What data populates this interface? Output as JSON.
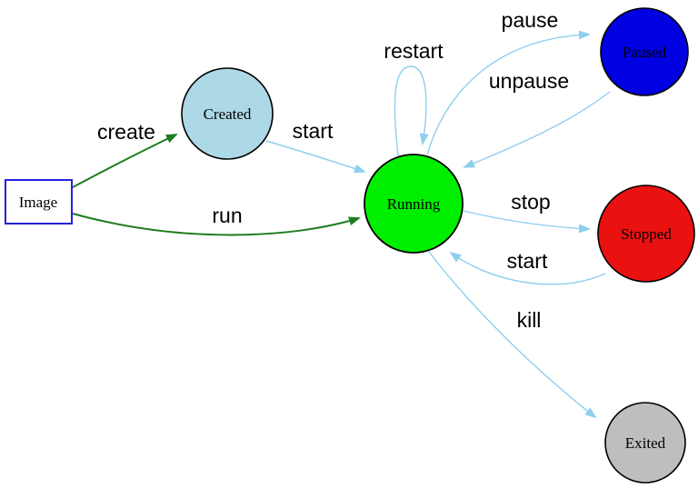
{
  "diagram": {
    "type": "state-diagram",
    "colors": {
      "edge_blue": "#8fcfee",
      "edge_green": "#1e7d1e",
      "node_border": "#000000",
      "image_border": "#2222dd",
      "background": "#ffffff"
    },
    "nodes": [
      {
        "id": "image",
        "label": "Image",
        "shape": "rect",
        "fill": "#ffffff"
      },
      {
        "id": "created",
        "label": "Created",
        "shape": "circle",
        "fill": "#add8e6"
      },
      {
        "id": "running",
        "label": "Running",
        "shape": "circle",
        "fill": "#00ef00"
      },
      {
        "id": "paused",
        "label": "Paused",
        "shape": "circle",
        "fill": "#0000e0"
      },
      {
        "id": "stopped",
        "label": "Stopped",
        "shape": "circle",
        "fill": "#ea1111"
      },
      {
        "id": "exited",
        "label": "Exited",
        "shape": "circle",
        "fill": "#bebebe"
      }
    ],
    "edges": [
      {
        "from": "image",
        "to": "created",
        "label": "create",
        "color": "#1e7d1e"
      },
      {
        "from": "image",
        "to": "running",
        "label": "run",
        "color": "#1e7d1e"
      },
      {
        "from": "created",
        "to": "running",
        "label": "start",
        "color": "#8fcfee"
      },
      {
        "from": "running",
        "to": "running",
        "label": "restart",
        "color": "#8fcfee"
      },
      {
        "from": "running",
        "to": "paused",
        "label": "pause",
        "color": "#8fcfee"
      },
      {
        "from": "paused",
        "to": "running",
        "label": "unpause",
        "color": "#8fcfee"
      },
      {
        "from": "running",
        "to": "stopped",
        "label": "stop",
        "color": "#8fcfee"
      },
      {
        "from": "stopped",
        "to": "running",
        "label": "start",
        "color": "#8fcfee"
      },
      {
        "from": "running",
        "to": "exited",
        "label": "kill",
        "color": "#8fcfee"
      }
    ]
  }
}
